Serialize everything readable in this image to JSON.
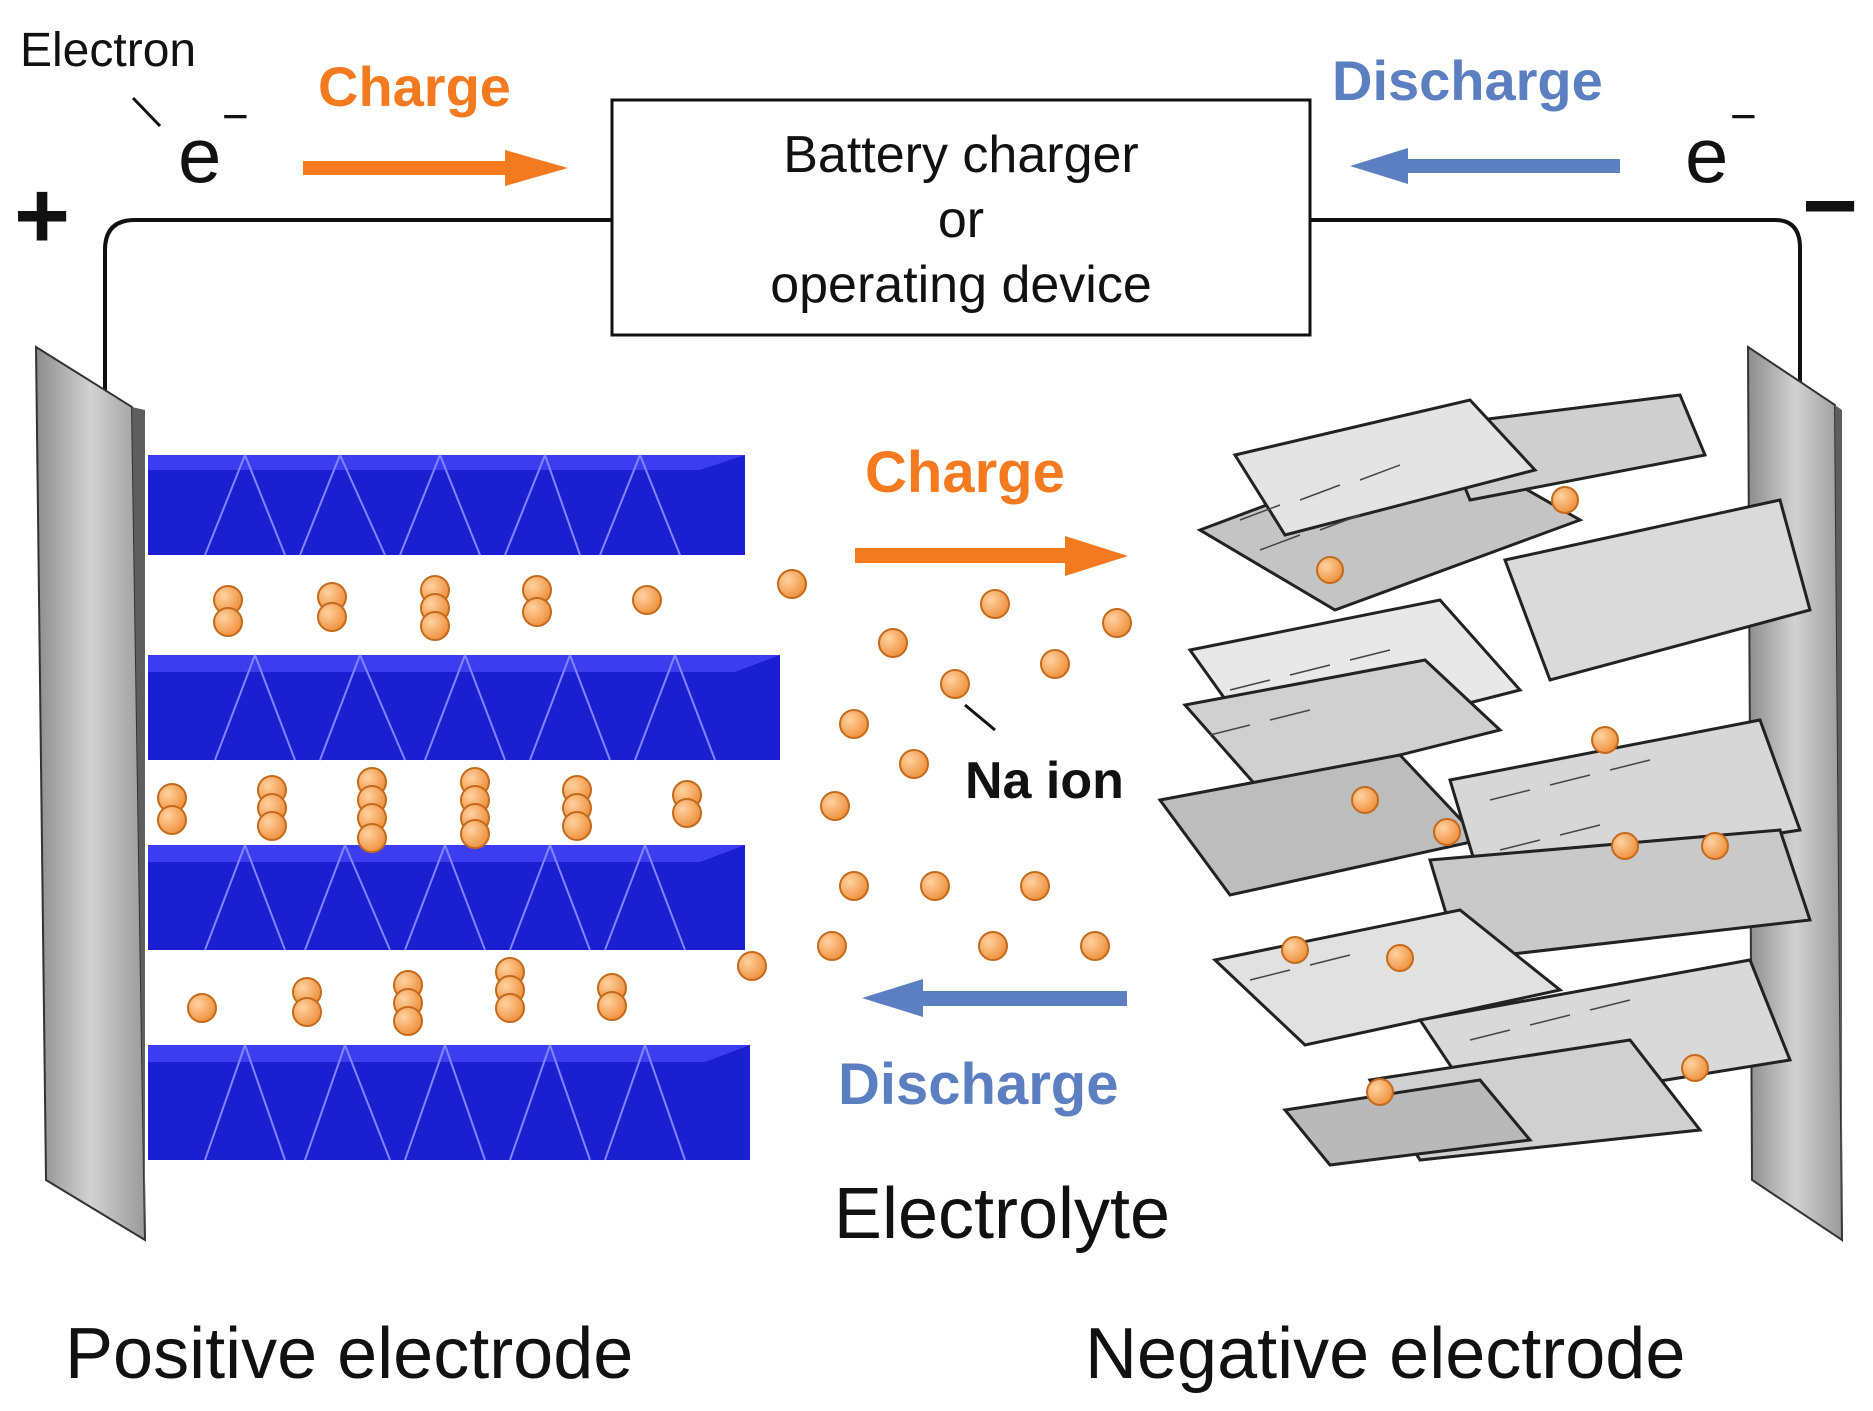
{
  "labels": {
    "electron": "Electron",
    "e_left": "e",
    "e_right": "e",
    "e_superscript": "−",
    "plus": "+",
    "minus": "−",
    "charge_top": "Charge",
    "discharge_top": "Discharge",
    "device_line1": "Battery charger",
    "device_line2": "or",
    "device_line3": "operating device",
    "charge_mid": "Charge",
    "discharge_mid": "Discharge",
    "na_ion": "Na ion",
    "electrolyte": "Electrolyte",
    "positive_electrode": "Positive electrode",
    "negative_electrode": "Negative electrode"
  },
  "colors": {
    "charge": "#f47a20",
    "discharge": "#5b7fc0",
    "ion": "#f4a257",
    "layer": "#1a1fd0",
    "graphene": "#cfcfcf",
    "plate": "#a9a9a9"
  }
}
